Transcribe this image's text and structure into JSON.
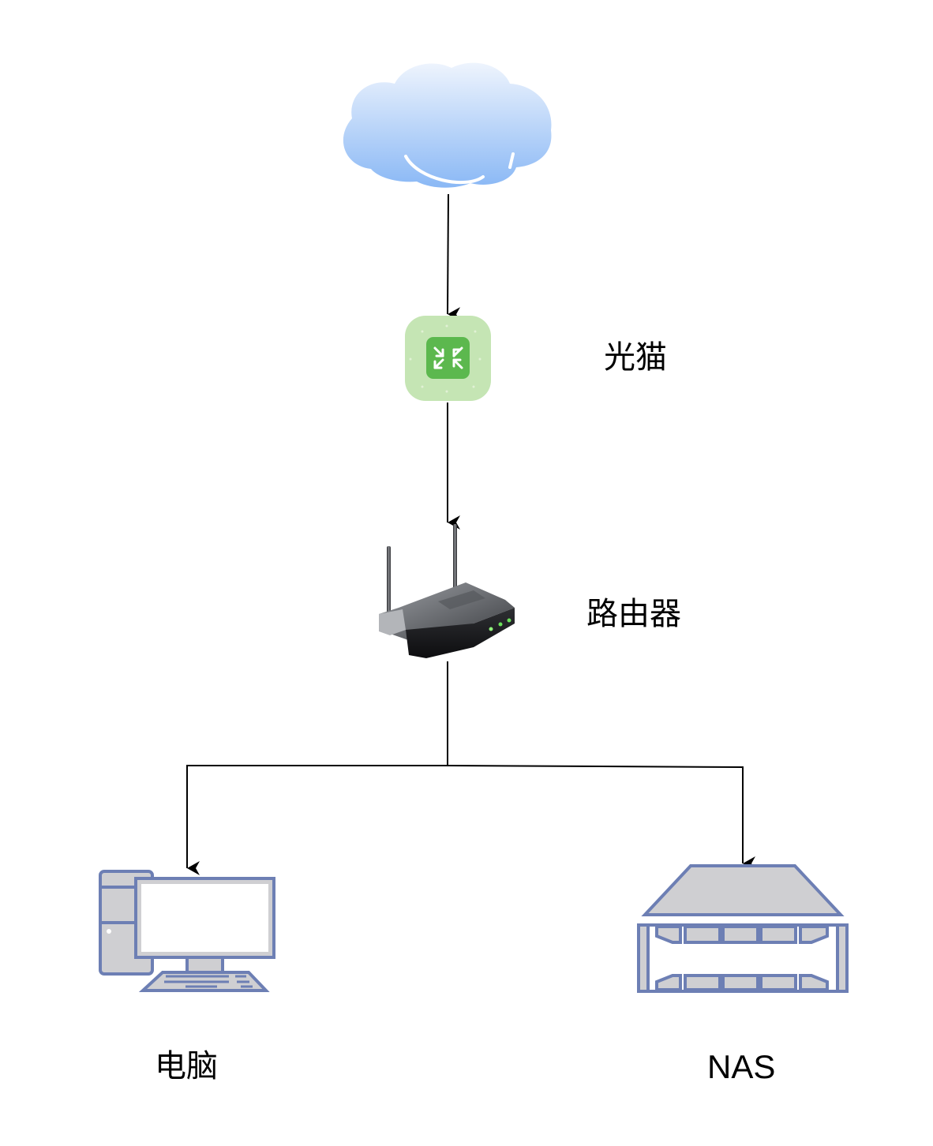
{
  "diagram": {
    "type": "network-topology",
    "nodes": [
      {
        "id": "internet",
        "label": "",
        "icon": "cloud-icon"
      },
      {
        "id": "modem",
        "label": "光猫",
        "icon": "optical-modem-icon"
      },
      {
        "id": "router",
        "label": "路由器",
        "icon": "wireless-router-icon"
      },
      {
        "id": "pc",
        "label": "电脑",
        "icon": "desktop-computer-icon"
      },
      {
        "id": "nas",
        "label": "NAS",
        "icon": "nas-storage-icon"
      }
    ],
    "edges": [
      {
        "from": "internet",
        "to": "modem",
        "arrow": "end"
      },
      {
        "from": "modem",
        "to": "router",
        "arrow": "end"
      },
      {
        "from": "router",
        "to": "pc",
        "arrow": "end",
        "routing": "orthogonal"
      },
      {
        "from": "router",
        "to": "nas",
        "arrow": "end",
        "routing": "orthogonal"
      }
    ],
    "colors": {
      "cloud_top": "#eef4fd",
      "cloud_bottom": "#8ab8f5",
      "modem_outer": "#c5e5b4",
      "modem_inner": "#5cb84e",
      "device_stroke": "#6d7fb4",
      "device_fill": "#cfcfd2",
      "edge": "#000000"
    }
  }
}
